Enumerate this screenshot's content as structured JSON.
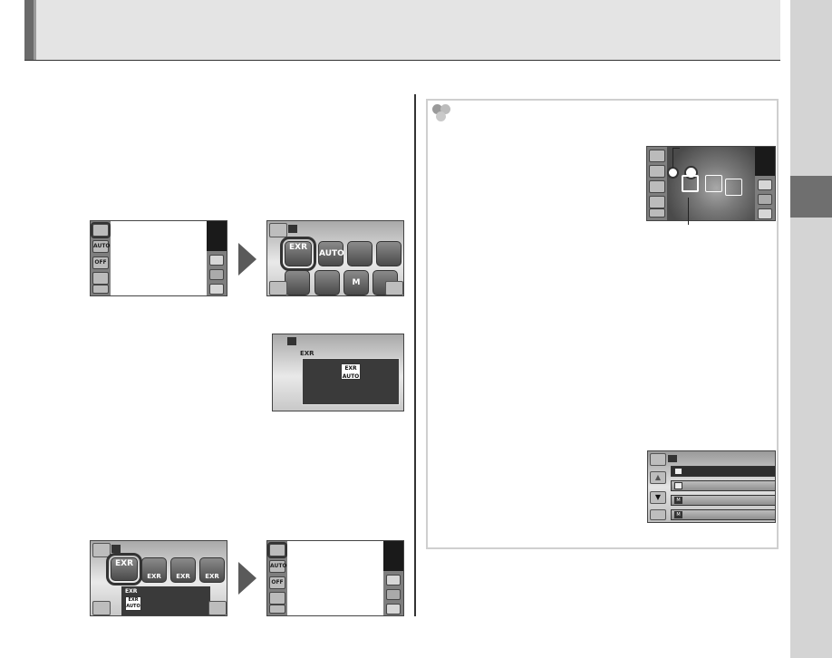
{
  "header": {
    "title": ""
  },
  "icons": {
    "auto_label": "AUTO",
    "off_label": "OFF",
    "exr_label": "EXR",
    "exr_auto_label": "AUTO",
    "m_label": "M"
  },
  "mode_menu": {
    "tiles": [
      "EXR",
      "AUTO",
      "",
      "",
      "",
      "",
      "M",
      ""
    ]
  },
  "exr_panel": {
    "title": "EXR"
  },
  "exr_menu": {
    "tiles": [
      "EXR",
      "EXR",
      "EXR",
      "EXR"
    ],
    "panel_title": "EXR"
  },
  "colors": {
    "accent": "#6f6f6f",
    "panel": "#3a3a3a"
  }
}
